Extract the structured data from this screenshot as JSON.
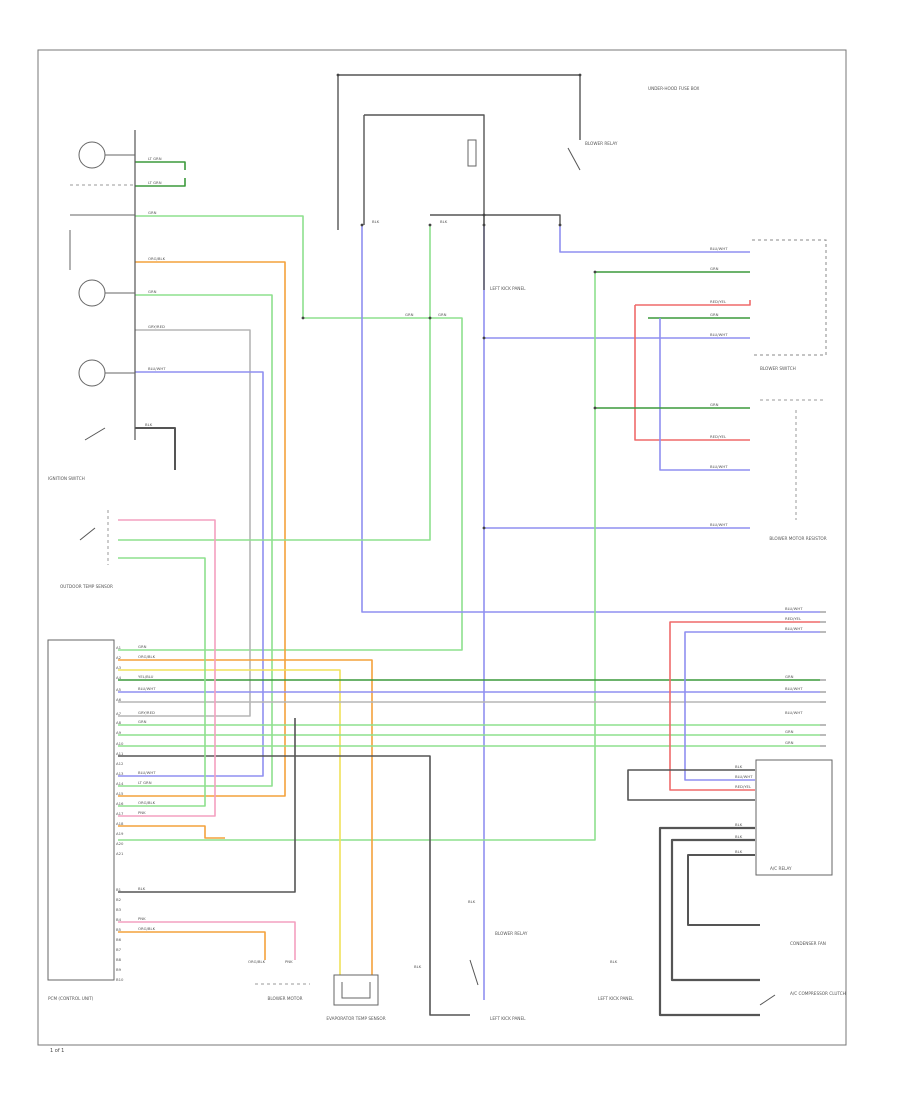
{
  "components": {
    "ignition_switch": "IGNITION SWITCH",
    "blower_switch": "BLOWER SWITCH",
    "blower_resistor": "BLOWER MOTOR RESISTOR",
    "pcm": "PCM (CONTROL UNIT)",
    "outdoor_temp": "OUTDOOR TEMP SENSOR",
    "evap_sensor": "EVAPORATOR TEMP SENSOR",
    "ac_relay": "A/C RELAY",
    "blower_relay": "BLOWER RELAY",
    "fuse_box": "UNDER-HOOD FUSE BOX",
    "blower_motor": "BLOWER MOTOR",
    "left_kick": "LEFT KICK PANEL",
    "compressor": "A/C COMPRESSOR CLUTCH",
    "condenser_fan": "CONDENSER FAN"
  },
  "wire_colors": {
    "green": "#8ee08e",
    "orange": "#f3a23c",
    "blue": "#8f8ff0",
    "red": "#ef6a6a",
    "pink": "#f3a0c0",
    "yellow": "#f0e15a",
    "dkgreen": "#3c9a3c",
    "black": "#555555",
    "gray": "#b5b5b5"
  },
  "connector_pins": [
    "A1",
    "A2",
    "A3",
    "A4",
    "A5",
    "A6",
    "A7",
    "A8",
    "A9",
    "A10",
    "A11",
    "A12",
    "A13",
    "A14",
    "A15",
    "A16",
    "A17",
    "A18",
    "A19",
    "A20",
    "A21",
    "B1",
    "B2",
    "B3",
    "B4",
    "B5",
    "B6",
    "B7",
    "B8",
    "B9",
    "B10"
  ],
  "wire_codes": {
    "grn": "GRN",
    "org": "ORG/BLK",
    "blu": "BLU/WHT",
    "red": "RED/YEL",
    "blk": "BLK",
    "gry": "GRY/RED",
    "yel": "YEL/BLU",
    "lgn": "LT GRN",
    "pnk": "PNK"
  },
  "footer": "1 of 1"
}
